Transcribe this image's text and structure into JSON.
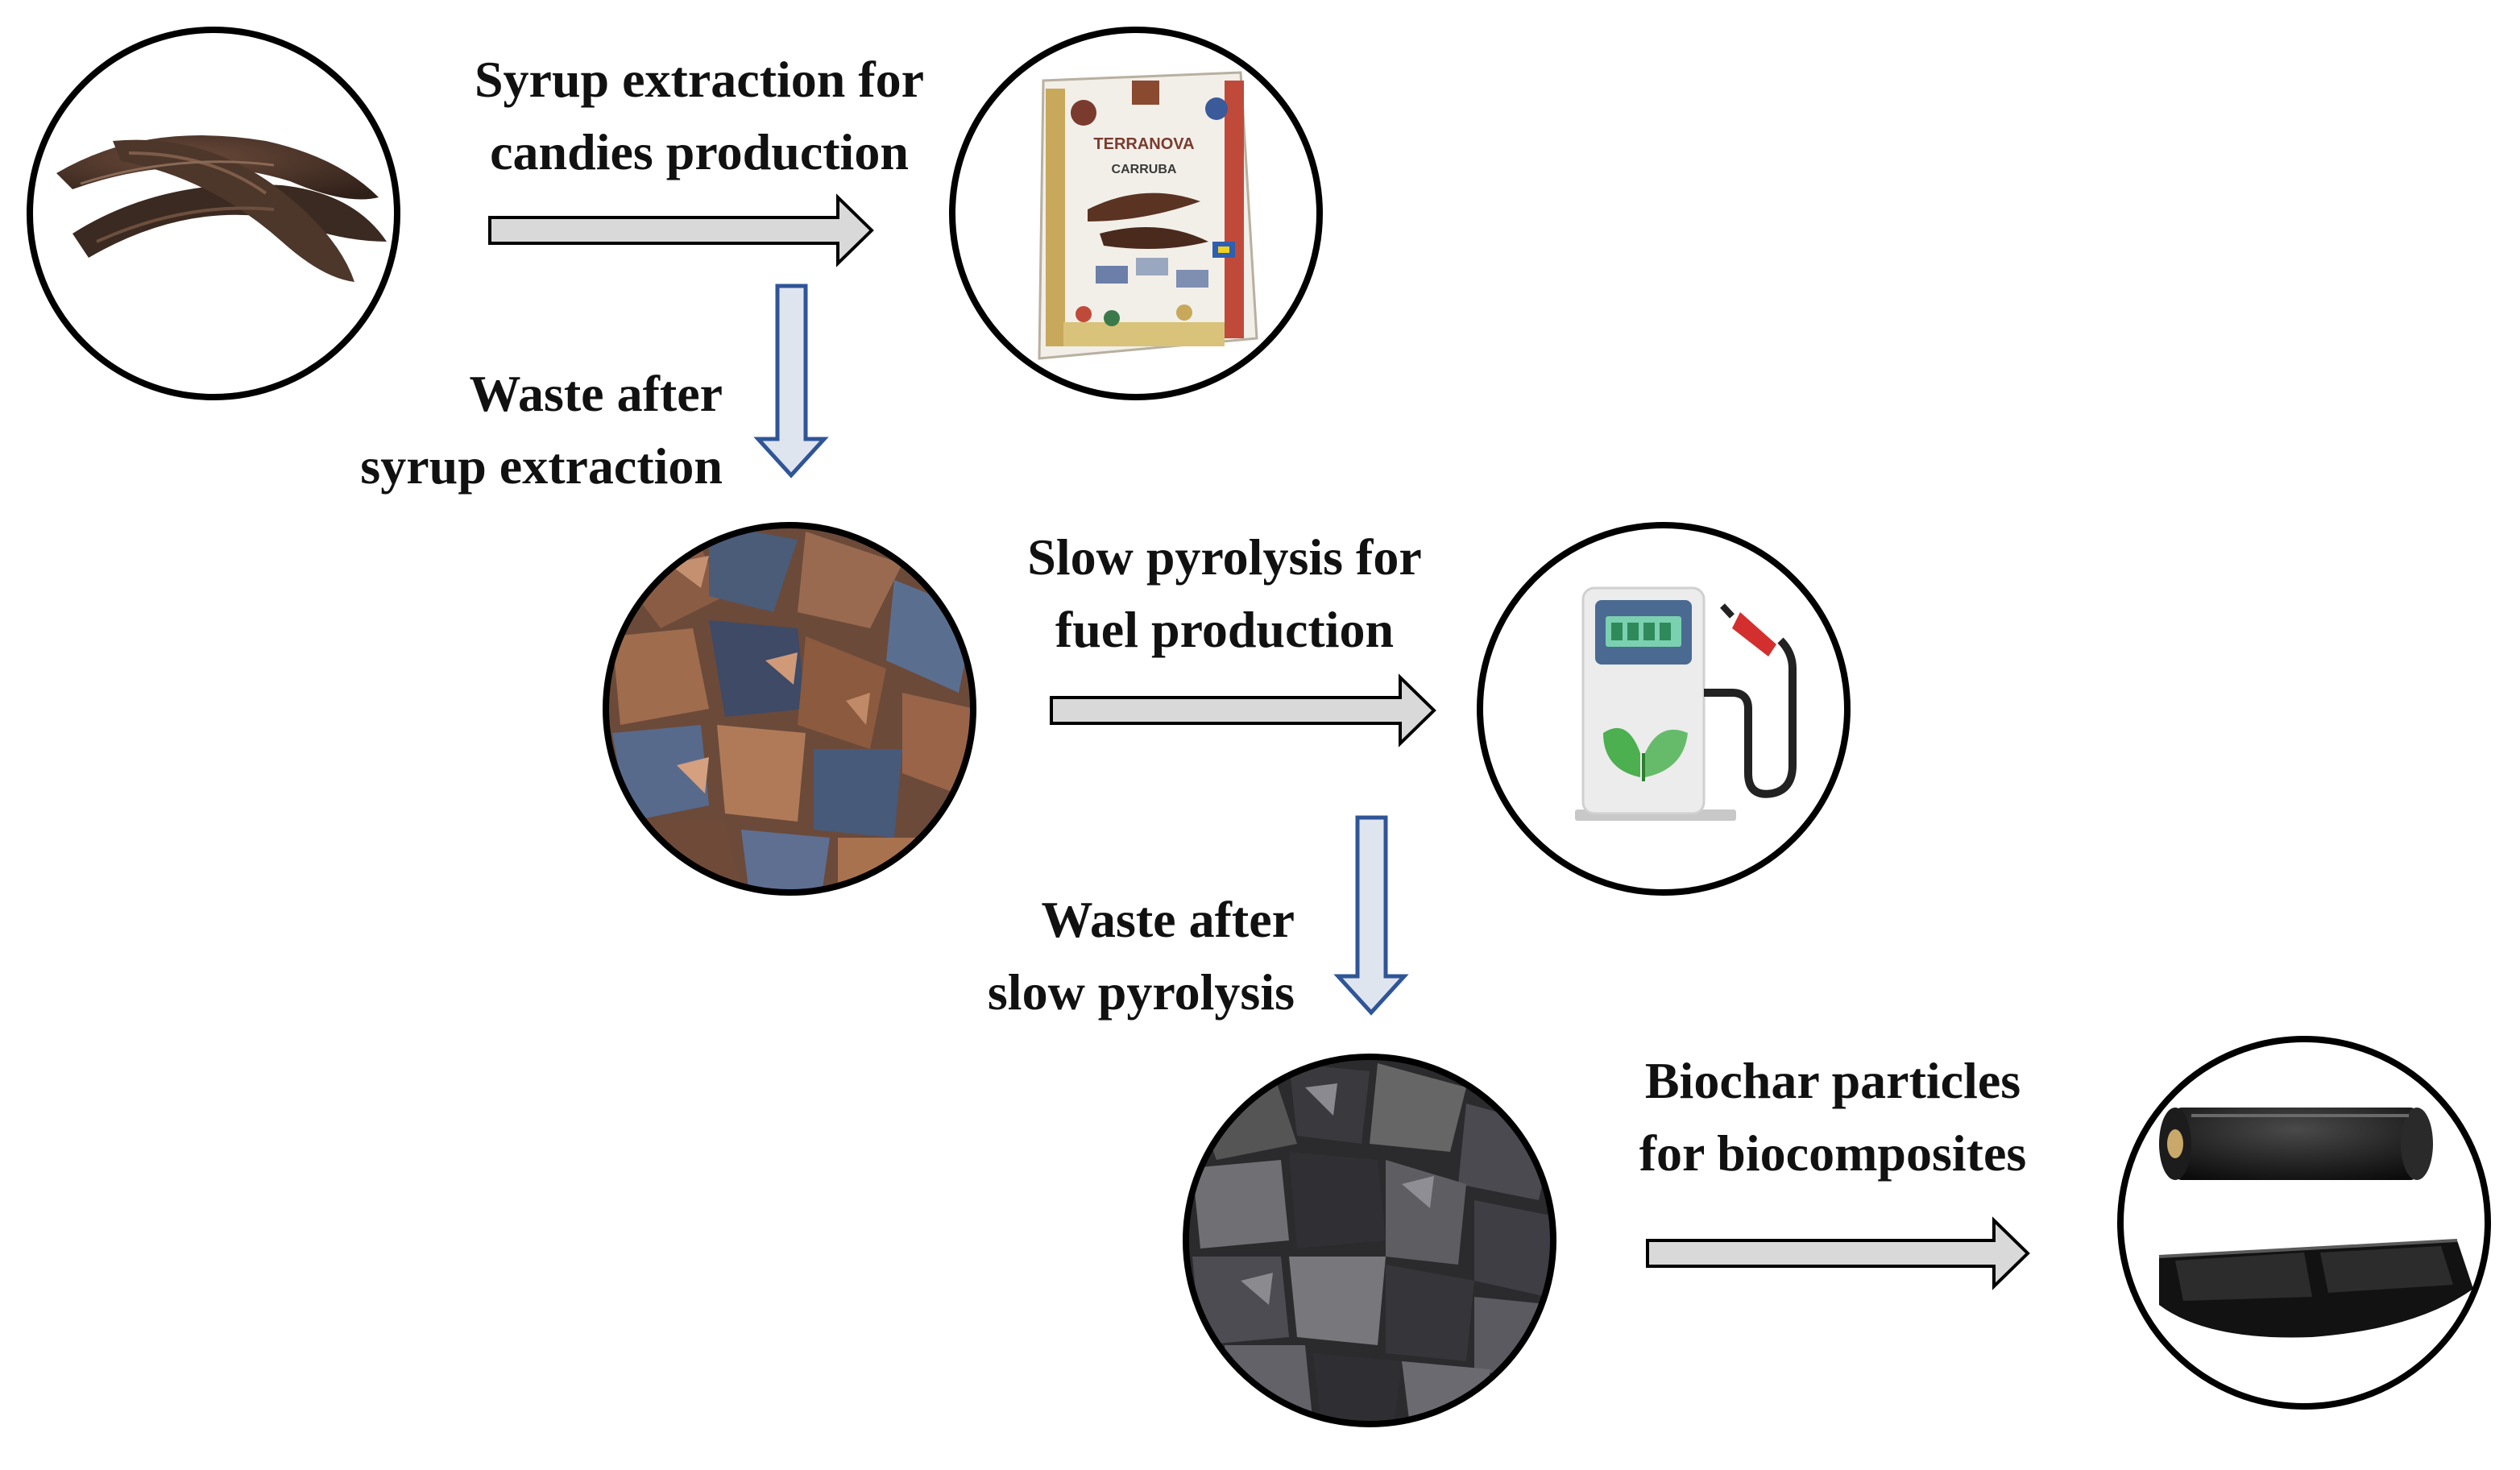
{
  "labels": {
    "step1_line1": "Syrup extraction for",
    "step1_line2": "candies production",
    "waste1_line1": "Waste after",
    "waste1_line2": "syrup extraction",
    "step2_line1": "Slow pyrolysis for",
    "step2_line2": "fuel production",
    "waste2_line1": "Waste after",
    "waste2_line2": "slow pyrolysis",
    "step3_line1": "Biochar particles",
    "step3_line2": "for biocomposites"
  },
  "package_text": {
    "brand": "TERRANOVA",
    "product": "CARRUBA"
  },
  "icons": {
    "node1": "carob-pods-photo",
    "node2": "carob-candy-package-photo",
    "node3": "carob-waste-kibble-photo",
    "node4": "green-fuel-pump-icon",
    "node5": "biochar-particles-photo",
    "node6": "black-film-and-tray-photo"
  },
  "colors": {
    "circle_stroke": "#000000",
    "process_arrow_fill": "#d9d9d9",
    "process_arrow_stroke": "#000000",
    "waste_arrow_fill": "#dfe5ef",
    "waste_arrow_stroke": "#2f5597",
    "text": "#111111"
  }
}
